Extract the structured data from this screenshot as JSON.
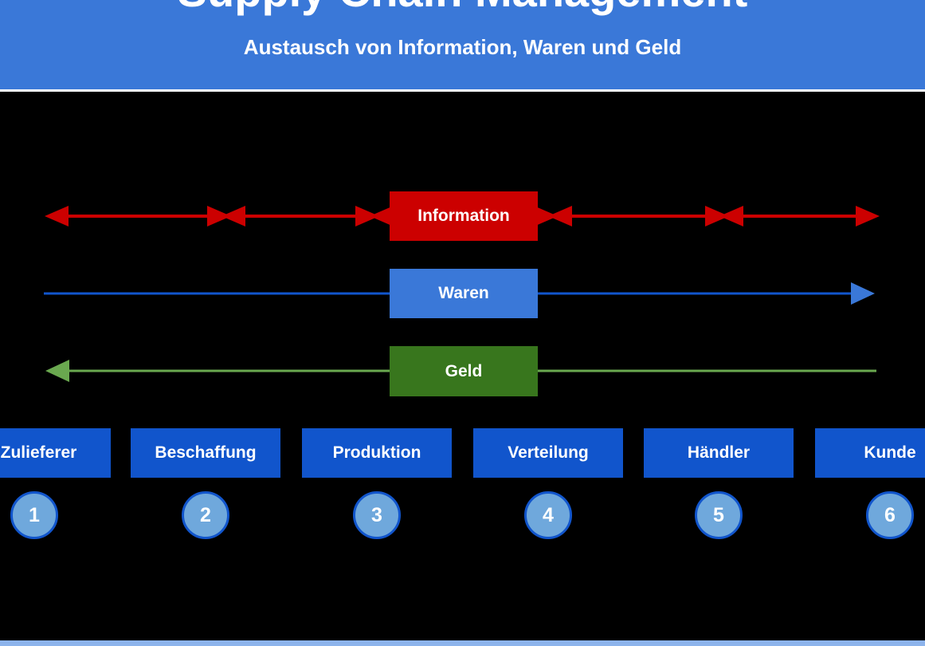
{
  "header": {
    "title": "Supply Chain Management",
    "subtitle": "Austausch von Information, Waren und Geld",
    "background_color": "#3a78d8",
    "text_color": "#ffffff",
    "rule_color": "#ffffff"
  },
  "canvas": {
    "background_color": "#000000",
    "bottom_bar_color": "#8db4ec"
  },
  "flows": [
    {
      "id": "information",
      "label": "Information",
      "box_color": "#cc0000",
      "line_color": "#cc0000",
      "direction": "bidirectional",
      "description": "Information flows in both directions between every stage"
    },
    {
      "id": "waren",
      "label": "Waren",
      "box_color": "#3a78d8",
      "line_color": "#1155cc",
      "direction": "left-to-right",
      "description": "Goods flow from supplier toward the customer"
    },
    {
      "id": "geld",
      "label": "Geld",
      "box_color": "#38761d",
      "line_color": "#6aa84f",
      "direction": "right-to-left",
      "description": "Money flows from the customer back toward the supplier"
    }
  ],
  "stages": [
    {
      "number": "1",
      "label": "Zulieferer"
    },
    {
      "number": "2",
      "label": "Beschaffung"
    },
    {
      "number": "3",
      "label": "Produktion"
    },
    {
      "number": "4",
      "label": "Verteilung"
    },
    {
      "number": "5",
      "label": "Händler"
    },
    {
      "number": "6",
      "label": "Kunde"
    }
  ],
  "stage_style": {
    "box_color": "#1155cc",
    "box_text_color": "#ffffff",
    "circle_fill": "#6fa8dc",
    "circle_border": "#1155cc",
    "circle_text_color": "#ffffff"
  }
}
